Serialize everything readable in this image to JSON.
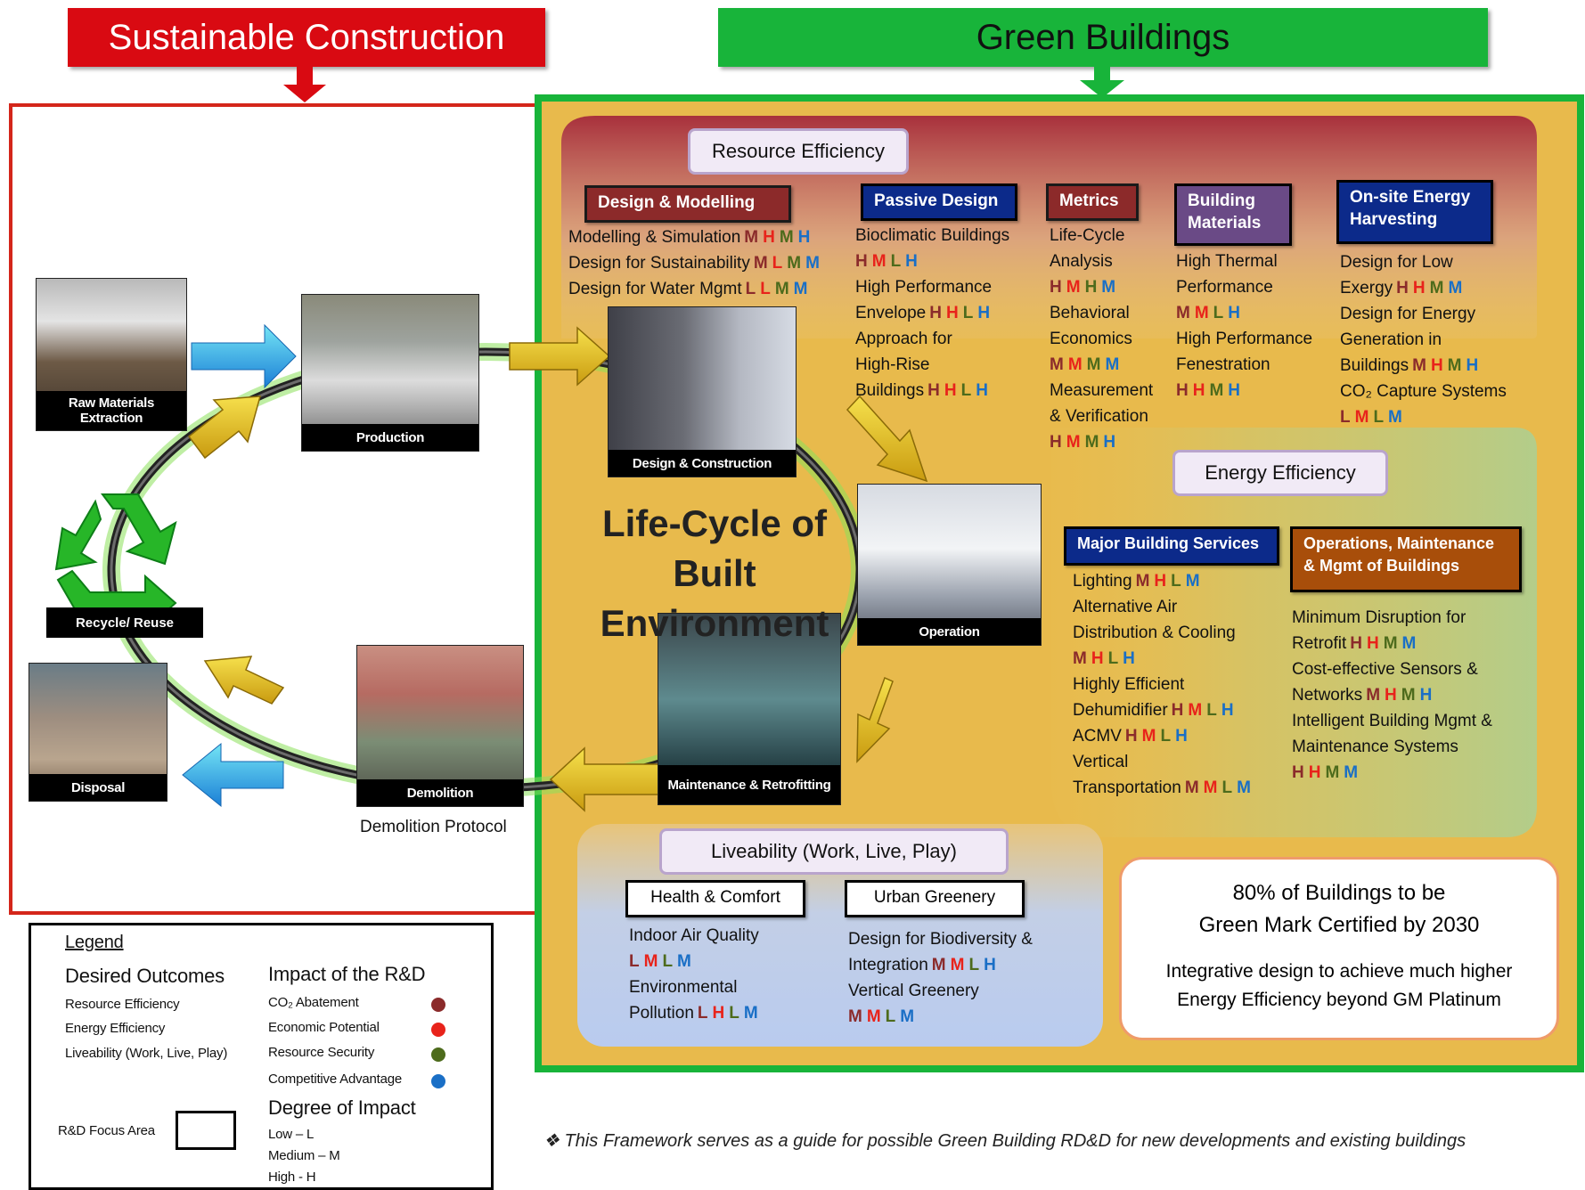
{
  "banners": {
    "sustainable": "Sustainable Construction",
    "green": "Green Buildings"
  },
  "center_title": {
    "line1": "Life-Cycle of",
    "line2": "Built Environment"
  },
  "lifecycle": {
    "raw": "Raw Materials Extraction",
    "production": "Production",
    "design_construction": "Design & Construction",
    "operation": "Operation",
    "maintenance": "Maintenance & Retrofitting",
    "demolition": "Demolition",
    "disposal": "Disposal",
    "recycle": "Recycle/ Reuse",
    "demolition_protocol": "Demolition Protocol"
  },
  "sections": {
    "resource_efficiency": "Resource Efficiency",
    "energy_efficiency": "Energy Efficiency",
    "liveability": "Liveability (Work, Live, Play)"
  },
  "colors": {
    "H": "#e8231b",
    "M": "#8b2b2b",
    "L": "#4d6b1c",
    "B": "#1a6fc6"
  },
  "focus_areas": {
    "design_modelling": {
      "title": "Design & Modelling",
      "items": [
        {
          "text": "Modelling & Simulation",
          "levels": [
            [
              "M",
              "M"
            ],
            [
              "H",
              "H"
            ],
            [
              "M",
              "L"
            ],
            [
              "H",
              "B"
            ]
          ]
        },
        {
          "text": "Design for Sustainability",
          "levels": [
            [
              "M",
              "M"
            ],
            [
              "L",
              "H"
            ],
            [
              "M",
              "L"
            ],
            [
              "M",
              "B"
            ]
          ]
        },
        {
          "text": "Design for Water Mgmt",
          "levels": [
            [
              "L",
              "M"
            ],
            [
              "L",
              "H"
            ],
            [
              "M",
              "L"
            ],
            [
              "M",
              "B"
            ]
          ]
        }
      ]
    },
    "passive_design": {
      "title": "Passive Design",
      "items": [
        {
          "text": "Bioclimatic Buildings",
          "levels": []
        },
        {
          "text": "",
          "levels": [
            [
              "H",
              "M"
            ],
            [
              "M",
              "H"
            ],
            [
              "L",
              "L"
            ],
            [
              "H",
              "B"
            ]
          ]
        },
        {
          "text": "High Performance",
          "levels": []
        },
        {
          "text": "Envelope",
          "levels": [
            [
              "H",
              "M"
            ],
            [
              "H",
              "H"
            ],
            [
              "L",
              "L"
            ],
            [
              "H",
              "B"
            ]
          ]
        },
        {
          "text": "Approach for",
          "levels": []
        },
        {
          "text": "High-Rise",
          "levels": []
        },
        {
          "text": "Buildings",
          "levels": [
            [
              "H",
              "M"
            ],
            [
              "H",
              "H"
            ],
            [
              "L",
              "L"
            ],
            [
              "H",
              "B"
            ]
          ]
        }
      ]
    },
    "metrics": {
      "title": "Metrics",
      "items": [
        {
          "text": "Life-Cycle",
          "levels": []
        },
        {
          "text": "Analysis",
          "levels": []
        },
        {
          "text": "",
          "levels": [
            [
              "H",
              "M"
            ],
            [
              "M",
              "H"
            ],
            [
              "H",
              "L"
            ],
            [
              "M",
              "B"
            ]
          ]
        },
        {
          "text": "Behavioral",
          "levels": []
        },
        {
          "text": "Economics",
          "levels": []
        },
        {
          "text": "",
          "levels": [
            [
              "M",
              "M"
            ],
            [
              "M",
              "H"
            ],
            [
              "M",
              "L"
            ],
            [
              "M",
              "B"
            ]
          ]
        },
        {
          "text": "Measurement",
          "levels": []
        },
        {
          "text": "& Verification",
          "levels": []
        },
        {
          "text": "",
          "levels": [
            [
              "H",
              "M"
            ],
            [
              "M",
              "H"
            ],
            [
              "M",
              "L"
            ],
            [
              "H",
              "B"
            ]
          ]
        }
      ]
    },
    "building_materials": {
      "title": "Building Materials",
      "items": [
        {
          "text": "High Thermal",
          "levels": []
        },
        {
          "text": "Performance",
          "levels": []
        },
        {
          "text": "",
          "levels": [
            [
              "M",
              "M"
            ],
            [
              "M",
              "H"
            ],
            [
              "L",
              "L"
            ],
            [
              "H",
              "B"
            ]
          ]
        },
        {
          "text": "High Performance",
          "levels": []
        },
        {
          "text": "Fenestration",
          "levels": []
        },
        {
          "text": "",
          "levels": [
            [
              "H",
              "M"
            ],
            [
              "H",
              "H"
            ],
            [
              "M",
              "L"
            ],
            [
              "H",
              "B"
            ]
          ]
        }
      ]
    },
    "onsite_energy": {
      "title": "On-site Energy Harvesting",
      "items": [
        {
          "text": "Design for Low",
          "levels": []
        },
        {
          "text": "Exergy",
          "levels": [
            [
              "H",
              "M"
            ],
            [
              "H",
              "H"
            ],
            [
              "M",
              "L"
            ],
            [
              "M",
              "B"
            ]
          ]
        },
        {
          "text": "Design for Energy",
          "levels": []
        },
        {
          "text": "Generation in",
          "levels": []
        },
        {
          "text": "Buildings",
          "levels": [
            [
              "M",
              "M"
            ],
            [
              "H",
              "H"
            ],
            [
              "M",
              "L"
            ],
            [
              "H",
              "B"
            ]
          ]
        },
        {
          "text": "CO₂ Capture Systems",
          "levels": []
        },
        {
          "text": "",
          "levels": [
            [
              "L",
              "M"
            ],
            [
              "M",
              "H"
            ],
            [
              "L",
              "L"
            ],
            [
              "M",
              "B"
            ]
          ]
        }
      ]
    },
    "major_services": {
      "title": "Major Building Services",
      "items": [
        {
          "text": "Lighting",
          "levels": [
            [
              "M",
              "M"
            ],
            [
              "H",
              "H"
            ],
            [
              "L",
              "L"
            ],
            [
              "M",
              "B"
            ]
          ]
        },
        {
          "text": "Alternative Air",
          "levels": []
        },
        {
          "text": "Distribution & Cooling",
          "levels": []
        },
        {
          "text": "",
          "levels": [
            [
              "M",
              "M"
            ],
            [
              "H",
              "H"
            ],
            [
              "L",
              "L"
            ],
            [
              "H",
              "B"
            ]
          ]
        },
        {
          "text": "Highly Efficient",
          "levels": []
        },
        {
          "text": "Dehumidifier",
          "levels": [
            [
              "H",
              "M"
            ],
            [
              "M",
              "H"
            ],
            [
              "L",
              "L"
            ],
            [
              "H",
              "B"
            ]
          ]
        },
        {
          "text": "ACMV",
          "levels": [
            [
              "H",
              "M"
            ],
            [
              "M",
              "H"
            ],
            [
              "L",
              "L"
            ],
            [
              "H",
              "B"
            ]
          ]
        },
        {
          "text": "Vertical",
          "levels": []
        },
        {
          "text": "Transportation",
          "levels": [
            [
              "M",
              "M"
            ],
            [
              "M",
              "H"
            ],
            [
              "L",
              "L"
            ],
            [
              "M",
              "B"
            ]
          ]
        }
      ]
    },
    "operations": {
      "title": "Operations, Maintenance & Mgmt of Buildings",
      "items": [
        {
          "text": "Minimum Disruption for",
          "levels": []
        },
        {
          "text": "Retrofit",
          "levels": [
            [
              "H",
              "M"
            ],
            [
              "H",
              "H"
            ],
            [
              "M",
              "L"
            ],
            [
              "M",
              "B"
            ]
          ]
        },
        {
          "text": "Cost-effective Sensors &",
          "levels": []
        },
        {
          "text": "Networks",
          "levels": [
            [
              "M",
              "M"
            ],
            [
              "H",
              "H"
            ],
            [
              "M",
              "L"
            ],
            [
              "H",
              "B"
            ]
          ]
        },
        {
          "text": "Intelligent Building Mgmt &",
          "levels": []
        },
        {
          "text": "Maintenance Systems",
          "levels": []
        },
        {
          "text": "",
          "levels": [
            [
              "H",
              "M"
            ],
            [
              "H",
              "H"
            ],
            [
              "M",
              "L"
            ],
            [
              "M",
              "B"
            ]
          ]
        }
      ]
    },
    "health": {
      "title": "Health & Comfort",
      "items": [
        {
          "text": "Indoor Air Quality",
          "levels": []
        },
        {
          "text": "",
          "levels": [
            [
              "L",
              "M"
            ],
            [
              "M",
              "H"
            ],
            [
              "L",
              "L"
            ],
            [
              "M",
              "B"
            ]
          ]
        },
        {
          "text": "Environmental",
          "levels": []
        },
        {
          "text": "Pollution",
          "levels": [
            [
              "L",
              "M"
            ],
            [
              "H",
              "H"
            ],
            [
              "L",
              "L"
            ],
            [
              "M",
              "B"
            ]
          ]
        }
      ]
    },
    "urban_greenery": {
      "title": "Urban Greenery",
      "items": [
        {
          "text": "Design for Biodiversity &",
          "levels": []
        },
        {
          "text": "Integration",
          "levels": [
            [
              "M",
              "M"
            ],
            [
              "M",
              "H"
            ],
            [
              "L",
              "L"
            ],
            [
              "H",
              "B"
            ]
          ]
        },
        {
          "text": "Vertical Greenery",
          "levels": []
        },
        {
          "text": "",
          "levels": [
            [
              "M",
              "M"
            ],
            [
              "M",
              "H"
            ],
            [
              "L",
              "L"
            ],
            [
              "M",
              "B"
            ]
          ]
        }
      ]
    }
  },
  "target": {
    "line1": "80% of Buildings to be",
    "line2": "Green Mark Certified by 2030",
    "line3": "Integrative design to achieve much higher",
    "line4": "Energy Efficiency beyond GM Platinum"
  },
  "legend": {
    "title": "Legend",
    "outcomes_title": "Desired Outcomes",
    "outcomes": [
      "Resource Efficiency",
      "Energy Efficiency",
      "Liveability (Work, Live, Play)"
    ],
    "impact_title": "Impact of the R&D",
    "impacts": [
      {
        "label": "CO₂ Abatement",
        "color": "#8b2b2b"
      },
      {
        "label": "Economic Potential",
        "color": "#e8231b"
      },
      {
        "label": "Resource Security",
        "color": "#4d6b1c"
      },
      {
        "label": "Competitive Advantage",
        "color": "#1a6fc6"
      }
    ],
    "focus_label": "R&D Focus Area",
    "degree_title": "Degree of Impact",
    "degrees": [
      "Low – L",
      "Medium – M",
      "High - H"
    ]
  },
  "footnote": "❖ This Framework serves as a guide for possible Green Building RD&D for new developments and existing buildings"
}
